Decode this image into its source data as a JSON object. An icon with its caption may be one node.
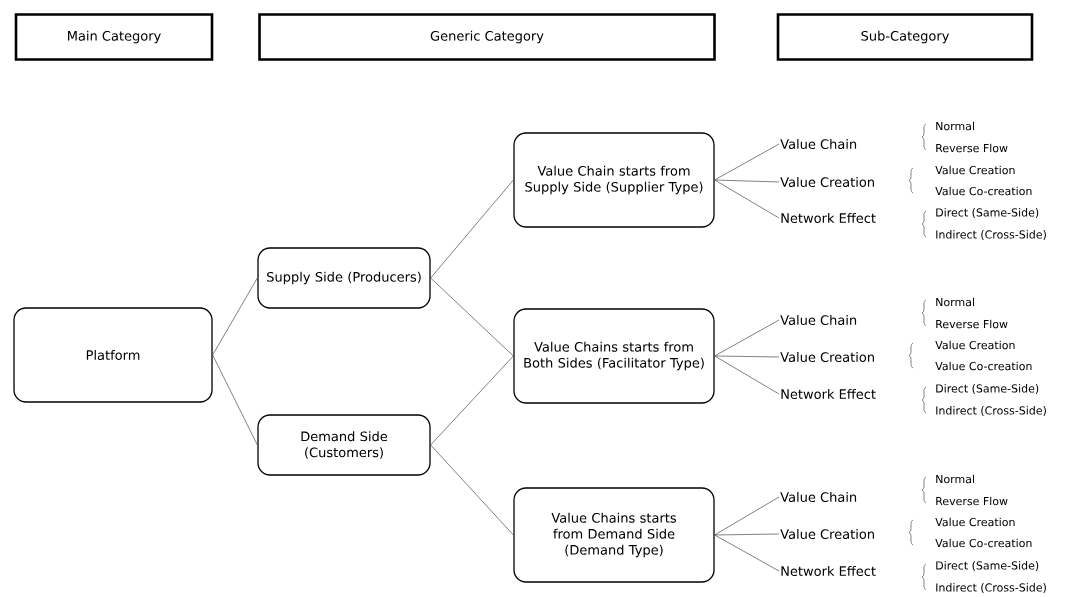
{
  "diagram": {
    "nodes": [
      {
        "text": [
          "Main Category"
        ]
      },
      {
        "text": [
          "Generic Category"
        ]
      },
      {
        "text": [
          "Sub-Category"
        ]
      },
      {
        "text": [
          "Platform"
        ]
      },
      {
        "text": [
          "Supply Side (Producers)"
        ]
      },
      {
        "text": [
          "Demand Side (Customers)"
        ]
      },
      {
        "text": [
          "Value Chain starts from Supply Side (Supplier Type)"
        ]
      },
      {
        "text": [
          "Value Chains starts from Both Sides (Facilitator Type)"
        ]
      },
      {
        "text": [
          "Value Chains starts from Demand Side (Demand Type)"
        ]
      },
      {
        "text": [
          "Value Chain"
        ]
      },
      {
        "text": [
          "Value Creation"
        ]
      },
      {
        "text": [
          "Network Effect"
        ]
      },
      {
        "text": [
          "Value Chain"
        ]
      },
      {
        "text": [
          "Value Creation"
        ]
      },
      {
        "text": [
          "Network Effect"
        ]
      },
      {
        "text": [
          "Value Chain"
        ]
      },
      {
        "text": [
          "Value Creation"
        ]
      },
      {
        "text": [
          "Network Effect"
        ]
      }
    ],
    "edges": [
      {
        "from": 3,
        "to": 4,
        "arrow": "none"
      },
      {
        "from": 3,
        "to": 5,
        "arrow": "none"
      },
      {
        "from": 4,
        "to": 6,
        "arrow": "none"
      },
      {
        "from": 4,
        "to": 7,
        "arrow": "none"
      },
      {
        "from": 5,
        "to": 7,
        "arrow": "none"
      },
      {
        "from": 5,
        "to": 8,
        "arrow": "none"
      },
      {
        "from": 6,
        "to": 9,
        "arrow": "none"
      },
      {
        "from": 6,
        "to": 10,
        "arrow": "none"
      },
      {
        "from": 6,
        "to": 11,
        "arrow": "none"
      },
      {
        "from": 7,
        "to": 12,
        "arrow": "none"
      },
      {
        "from": 7,
        "to": 13,
        "arrow": "none"
      },
      {
        "from": 7,
        "to": 14,
        "arrow": "none"
      },
      {
        "from": 8,
        "to": 15,
        "arrow": "none"
      },
      {
        "from": 8,
        "to": 16,
        "arrow": "none"
      },
      {
        "from": 8,
        "to": 17,
        "arrow": "none"
      }
    ],
    "labels": [
      "Normal",
      "Reverse Flow",
      "Value Creation",
      "Value Co-creation",
      "Direct (Same-Side)",
      "Indirect (Cross-Side)",
      "Normal",
      "Reverse Flow",
      "Value Creation",
      "Value Co-creation",
      "Direct (Same-Side)",
      "Indirect (Cross-Side)",
      "Normal",
      "Reverse Flow",
      "Value Creation",
      "Value Co-creation",
      "Direct (Same-Side)",
      "Indirect (Cross-Side)"
    ]
  }
}
